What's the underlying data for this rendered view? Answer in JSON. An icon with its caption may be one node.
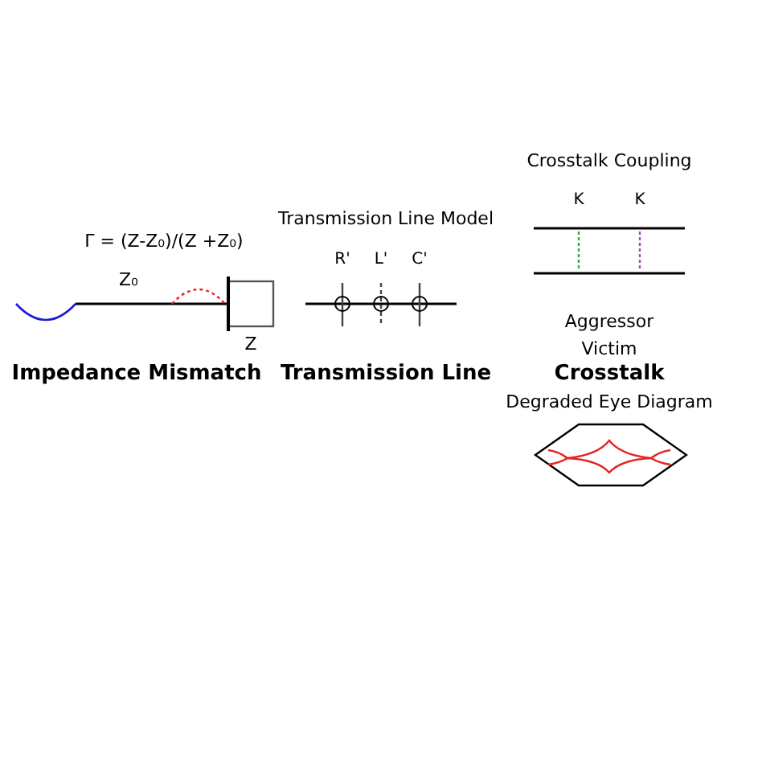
{
  "diagram": {
    "labels": [
      "Crosstalk Coupling",
      "K",
      "K",
      "Transmission Line Model",
      "Γ = (Z-Z₀)/(Z +Z₀)",
      "R'",
      "L'",
      "C'",
      "Z₀",
      "Aggressor",
      "Z",
      "Victim",
      "Impedance Mismatch",
      "Transmission Line",
      "Crosstalk",
      "Degraded Eye Diagram"
    ]
  }
}
